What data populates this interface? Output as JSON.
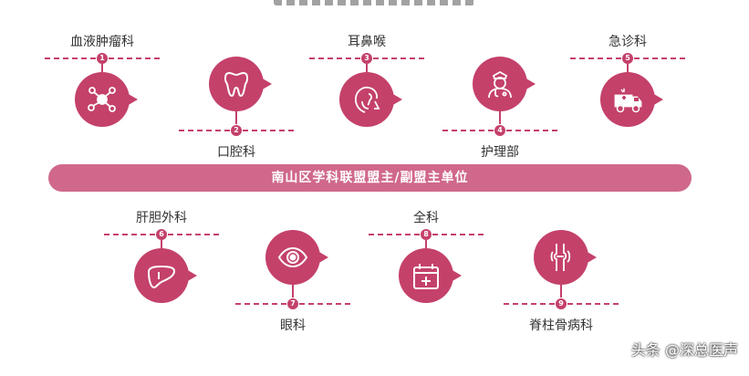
{
  "banner": "南山区学科联盟盟主/副盟主单位",
  "watermark": "头条 @深总医声",
  "colors": {
    "accent": "#c4416a",
    "banner": "#d0688c"
  },
  "nodes": [
    {
      "label": "血液肿瘤科",
      "number": "1",
      "icon": "blood-network-icon"
    },
    {
      "label": "口腔科",
      "number": "2",
      "icon": "tooth-icon"
    },
    {
      "label": "耳鼻喉",
      "number": "3",
      "icon": "ear-nose-throat-icon"
    },
    {
      "label": "护理部",
      "number": "4",
      "icon": "nurse-icon"
    },
    {
      "label": "急诊科",
      "number": "5",
      "icon": "ambulance-icon"
    },
    {
      "label": "肝胆外科",
      "number": "6",
      "icon": "liver-icon"
    },
    {
      "label": "眼科",
      "number": "7",
      "icon": "eye-icon"
    },
    {
      "label": "全科",
      "number": "8",
      "icon": "medical-kit-icon"
    },
    {
      "label": "脊柱骨病科",
      "number": "9",
      "icon": "bone-joint-icon"
    }
  ]
}
